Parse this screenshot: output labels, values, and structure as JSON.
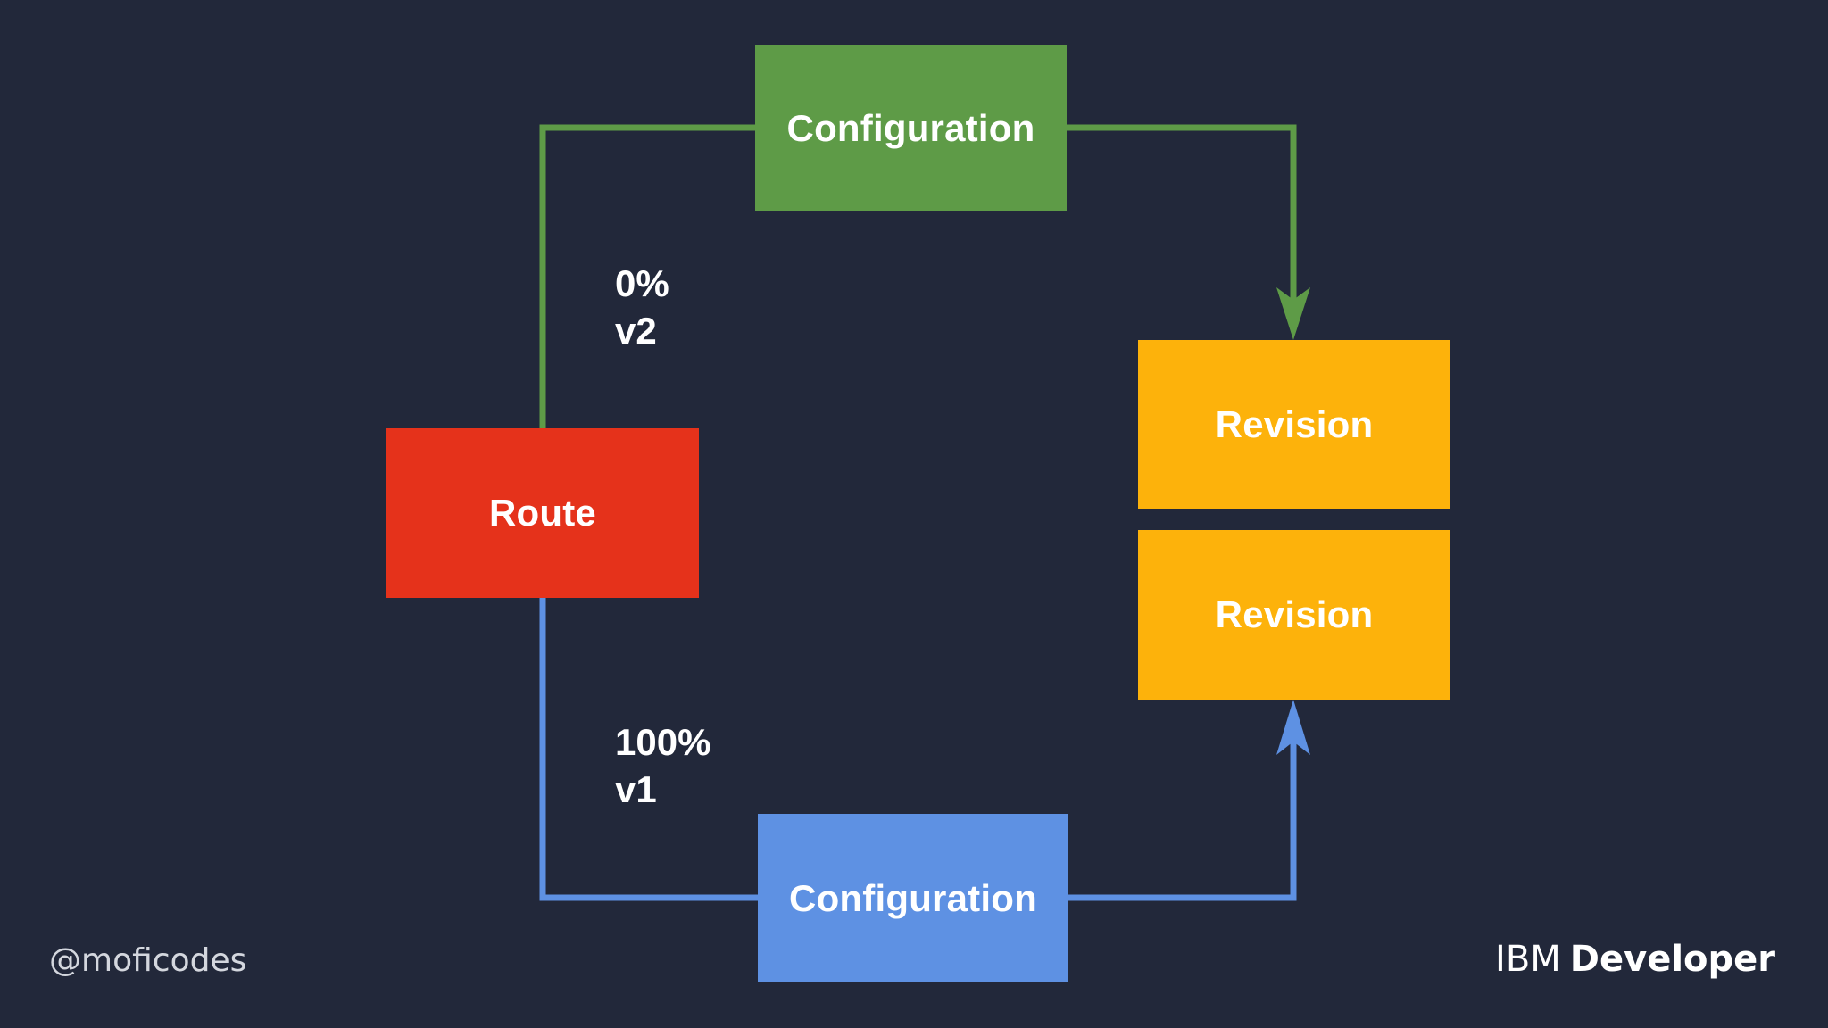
{
  "colors": {
    "background": "#22283a",
    "green": "#5e9b47",
    "blue": "#5e91e3",
    "red": "#e5321b",
    "yellow": "#fdb20b"
  },
  "diagram": {
    "config_top": {
      "label": "Configuration"
    },
    "config_bottom": {
      "label": "Configuration"
    },
    "route": {
      "label": "Route"
    },
    "revision_1": {
      "label": "Revision"
    },
    "revision_2": {
      "label": "Revision"
    },
    "traffic_top": {
      "percent": "0%",
      "version": "v2"
    },
    "traffic_bottom": {
      "percent": "100%",
      "version": "v1"
    }
  },
  "footer": {
    "handle": "@moficodes",
    "brand_light": "IBM",
    "brand_bold": "Developer"
  }
}
